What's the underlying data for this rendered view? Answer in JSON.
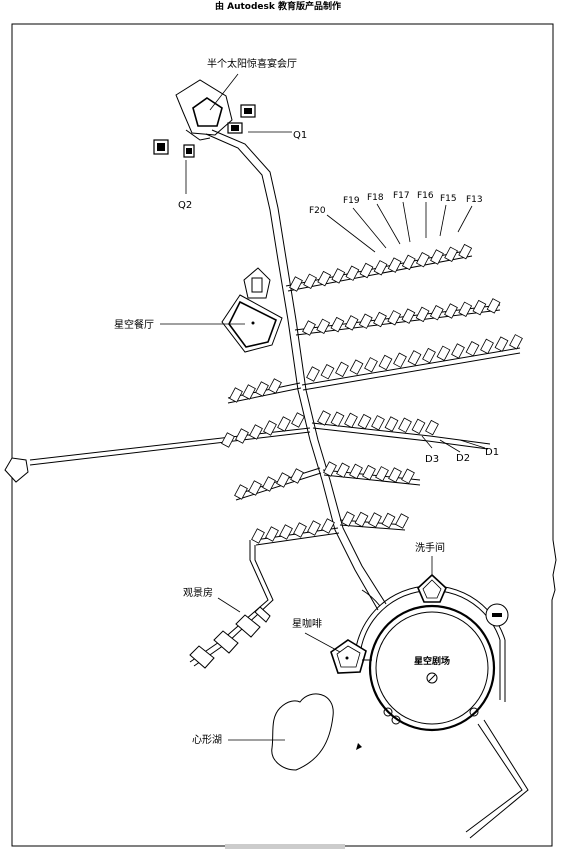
{
  "header": {
    "watermark_top": "由 Autodesk 教育版产品制作"
  },
  "labels": {
    "banquet_hall": "半个太阳惊喜宴会厅",
    "q1": "Q1",
    "q2": "Q2",
    "f20": "F20",
    "f19": "F19",
    "f18": "F18",
    "f17": "F17",
    "f16": "F16",
    "f15": "F15",
    "f13": "F13",
    "star_restaurant": "星空餐厅",
    "d1": "D1",
    "d2": "D2",
    "d3": "D3",
    "restroom": "洗手间",
    "view_room": "观景房",
    "star_cafe": "星咖啡",
    "star_theater": "星空剧场",
    "heart_lake": "心形湖"
  }
}
